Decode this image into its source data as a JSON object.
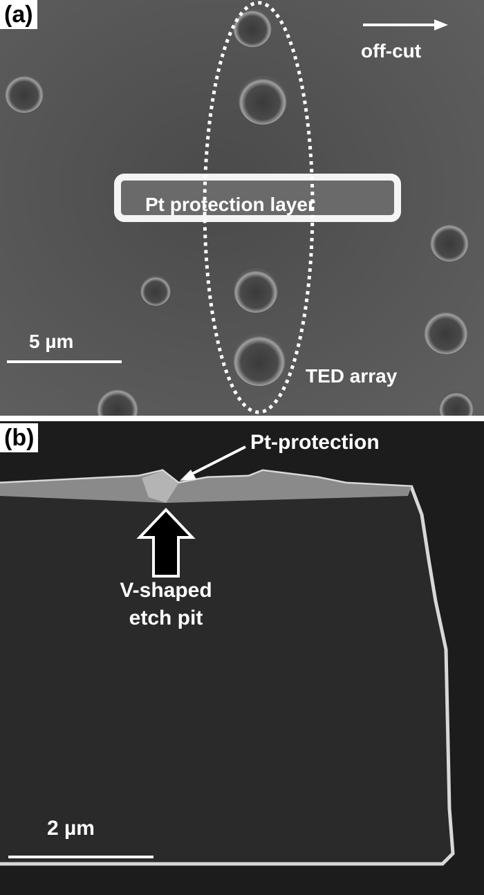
{
  "panel_a": {
    "label": "(a)",
    "direction_label": "off-cut",
    "layer_label": "Pt protection layer",
    "array_label": "TED array",
    "scale_bar": "5 µm"
  },
  "panel_b": {
    "label": "(b)",
    "protection_label": "Pt-protection",
    "pit_label_line1": "V-shaped",
    "pit_label_line2": "etch pit",
    "scale_bar": "2 µm"
  }
}
